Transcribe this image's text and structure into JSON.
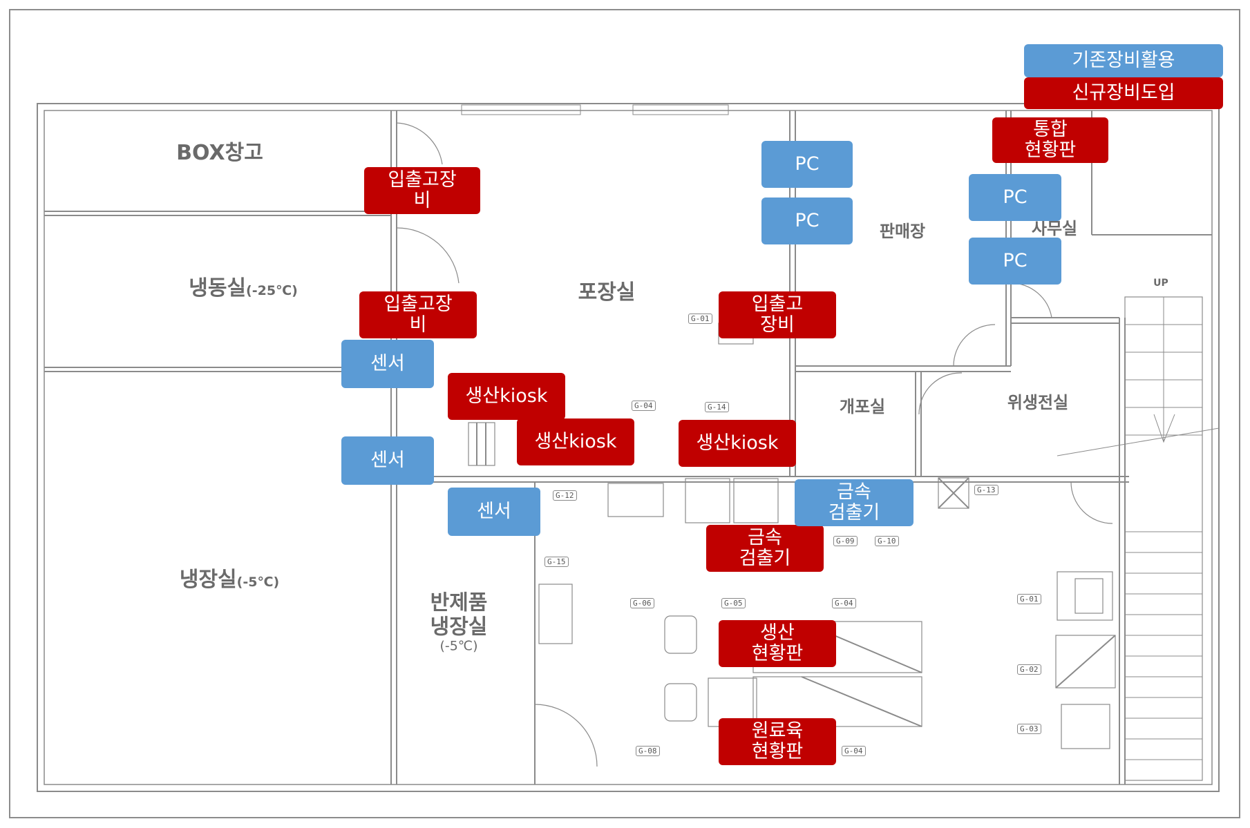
{
  "legend": {
    "existing": "기존장비활용",
    "new": "신규장비도입"
  },
  "rooms": {
    "box": "BOX창고",
    "freezer": "냉동실",
    "freezer_temp": "(-25℃)",
    "fridge": "냉장실",
    "fridge_temp": "(-5℃)",
    "semi_line1": "반제품",
    "semi_line2": "냉장실",
    "semi_temp": "(-5℃)",
    "packing": "포장실",
    "sales": "판매장",
    "office": "사무실",
    "unpacking": "개포실",
    "hygiene": "위생전실",
    "up": "UP"
  },
  "equipment_tags": [
    {
      "kind": "new",
      "label": "통합\n현황판"
    },
    {
      "kind": "new",
      "label": "입출고장\n비"
    },
    {
      "kind": "new",
      "label": "입출고장\n비"
    },
    {
      "kind": "new",
      "label": "입출고\n장비"
    },
    {
      "kind": "new",
      "label": "생산kiosk"
    },
    {
      "kind": "new",
      "label": "생산kiosk"
    },
    {
      "kind": "new",
      "label": "생산kiosk"
    },
    {
      "kind": "new",
      "label": "금속\n검출기"
    },
    {
      "kind": "new",
      "label": "생산\n현황판"
    },
    {
      "kind": "new",
      "label": "원료육\n현황판"
    },
    {
      "kind": "existing",
      "label": "PC"
    },
    {
      "kind": "existing",
      "label": "PC"
    },
    {
      "kind": "existing",
      "label": "PC"
    },
    {
      "kind": "existing",
      "label": "PC"
    },
    {
      "kind": "existing",
      "label": "센서"
    },
    {
      "kind": "existing",
      "label": "센서"
    },
    {
      "kind": "existing",
      "label": "센서"
    },
    {
      "kind": "existing",
      "label": "금속\n검출기"
    }
  ],
  "codes": [
    "G-01",
    "G-04",
    "G-14",
    "G-12",
    "G-09",
    "G-10",
    "G-13",
    "G-15",
    "G-06",
    "G-05",
    "G-04",
    "G-08",
    "G-04",
    "G-01",
    "G-02",
    "G-03"
  ],
  "colors": {
    "existing": "#5b9bd5",
    "new": "#c00000",
    "wall": "#8a8a8a",
    "room_text": "#6a6a6a"
  }
}
